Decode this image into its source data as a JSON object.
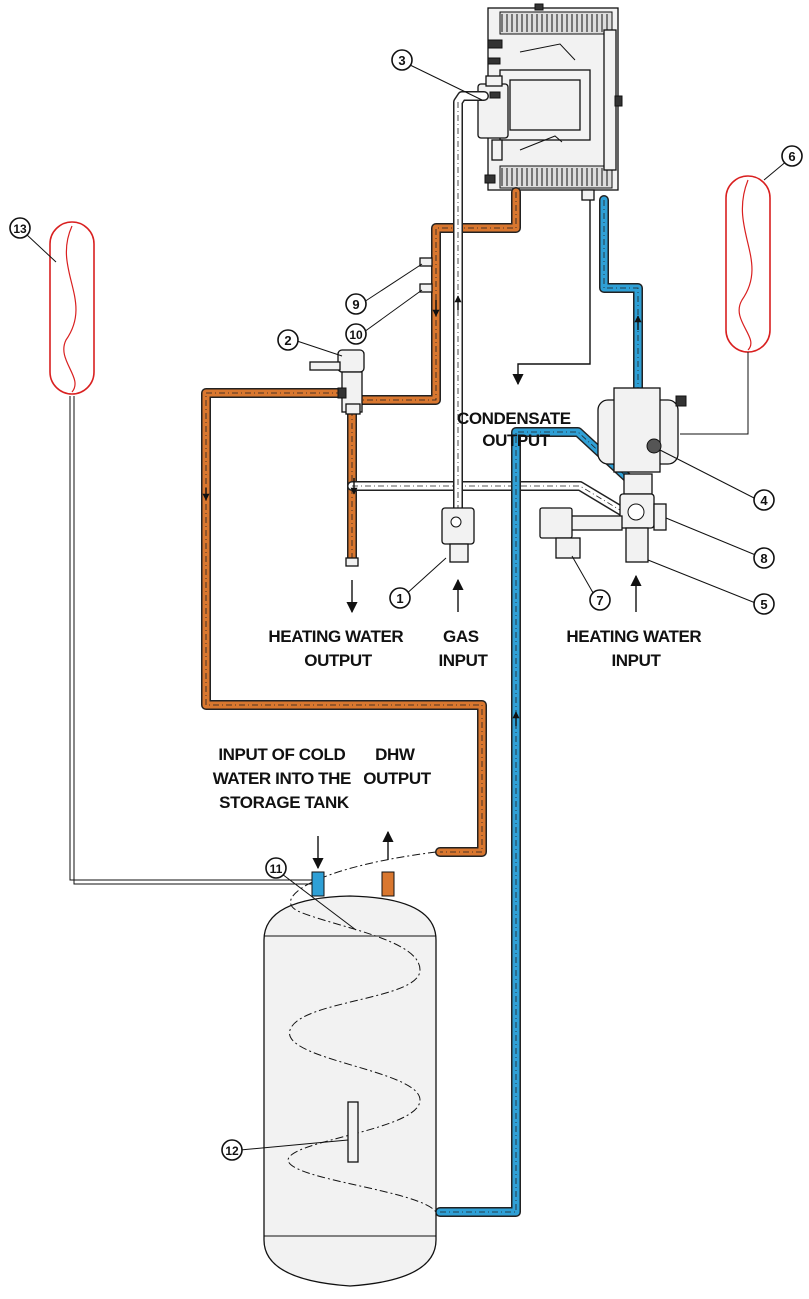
{
  "labels": {
    "condensate_output": [
      "CONDENSATE",
      "OUTPUT"
    ],
    "heating_water_output": [
      "HEATING WATER",
      "OUTPUT"
    ],
    "gas_input": [
      "GAS",
      "INPUT"
    ],
    "heating_water_input": [
      "HEATING WATER",
      "INPUT"
    ],
    "cold_water_input": [
      "INPUT OF COLD",
      "WATER INTO THE",
      "STORAGE TANK"
    ],
    "dhw_output": [
      "DHW",
      "OUTPUT"
    ]
  },
  "callouts": [
    "1",
    "2",
    "3",
    "4",
    "5",
    "6",
    "7",
    "8",
    "9",
    "10",
    "11",
    "12",
    "13"
  ],
  "colors": {
    "heating_pipe": "#d9772f",
    "cold_pipe": "#2fa0d6",
    "expansion_vessel": "#d92020",
    "outline": "#111111"
  }
}
